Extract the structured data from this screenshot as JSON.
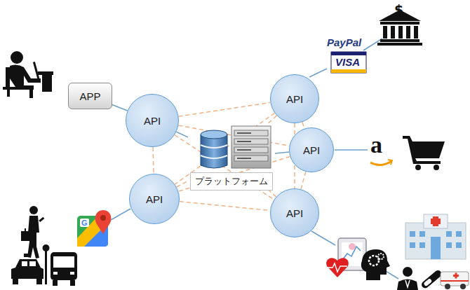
{
  "diagram": {
    "nodes": [
      {
        "text": [
          "APP"
        ]
      },
      {
        "text": [
          "API"
        ]
      },
      {
        "text": [
          "API"
        ]
      },
      {
        "text": [
          "プラットフォーム"
        ]
      },
      {
        "text": [
          "API"
        ]
      },
      {
        "text": [
          "API"
        ]
      },
      {
        "text": [
          "API"
        ]
      }
    ],
    "edges": [
      {
        "from": 0,
        "to": 1,
        "arrow": "none"
      },
      {
        "from": 1,
        "to": 3,
        "arrow": "none"
      },
      {
        "from": 4,
        "to": 3,
        "arrow": "none"
      },
      {
        "from": 1,
        "to": 2,
        "arrow": "none"
      },
      {
        "from": 1,
        "to": 5,
        "arrow": "none"
      },
      {
        "from": 1,
        "to": 4,
        "arrow": "none"
      },
      {
        "from": 1,
        "to": 6,
        "arrow": "none"
      },
      {
        "from": 2,
        "to": 5,
        "arrow": "none"
      },
      {
        "from": 2,
        "to": 6,
        "arrow": "none"
      },
      {
        "from": 2,
        "to": 4,
        "arrow": "none"
      },
      {
        "from": 4,
        "to": 5,
        "arrow": "none"
      },
      {
        "from": 4,
        "to": 6,
        "arrow": "none"
      },
      {
        "from": 5,
        "to": 6,
        "arrow": "none"
      },
      {
        "from": 5,
        "to": 3,
        "arrow": "none"
      },
      {
        "from": 2,
        "to": 3,
        "arrow": "none"
      },
      {
        "from": 6,
        "to": 3,
        "arrow": "none"
      }
    ],
    "labels": [
      "$",
      "PayPal",
      "VISA",
      "a",
      "G"
    ]
  }
}
